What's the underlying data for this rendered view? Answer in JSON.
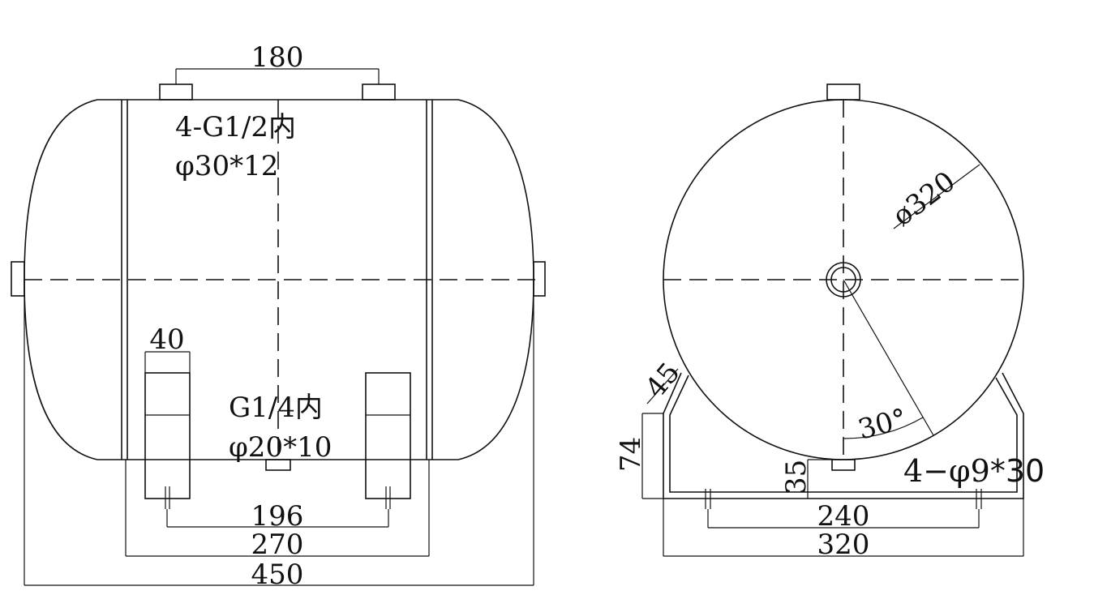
{
  "side_view": {
    "dim_top": "180",
    "top_port_label": "4-G1/2内",
    "top_port_size": "φ30*12",
    "foot_width": "40",
    "bottom_port_label": "G1/4内",
    "bottom_port_size": "φ20*10",
    "dim_foot_span": "196",
    "dim_body": "270",
    "dim_overall": "450"
  },
  "end_view": {
    "dia_label": "ø320",
    "angle_label": "30°",
    "dim_bracket_angle": "45",
    "dim_bracket_height": "74",
    "dim_foot_height": "35",
    "hole_label_prefix": "4−φ9",
    "hole_label_suffix": "*30",
    "dim_hole_span": "240",
    "dim_overall": "320"
  }
}
